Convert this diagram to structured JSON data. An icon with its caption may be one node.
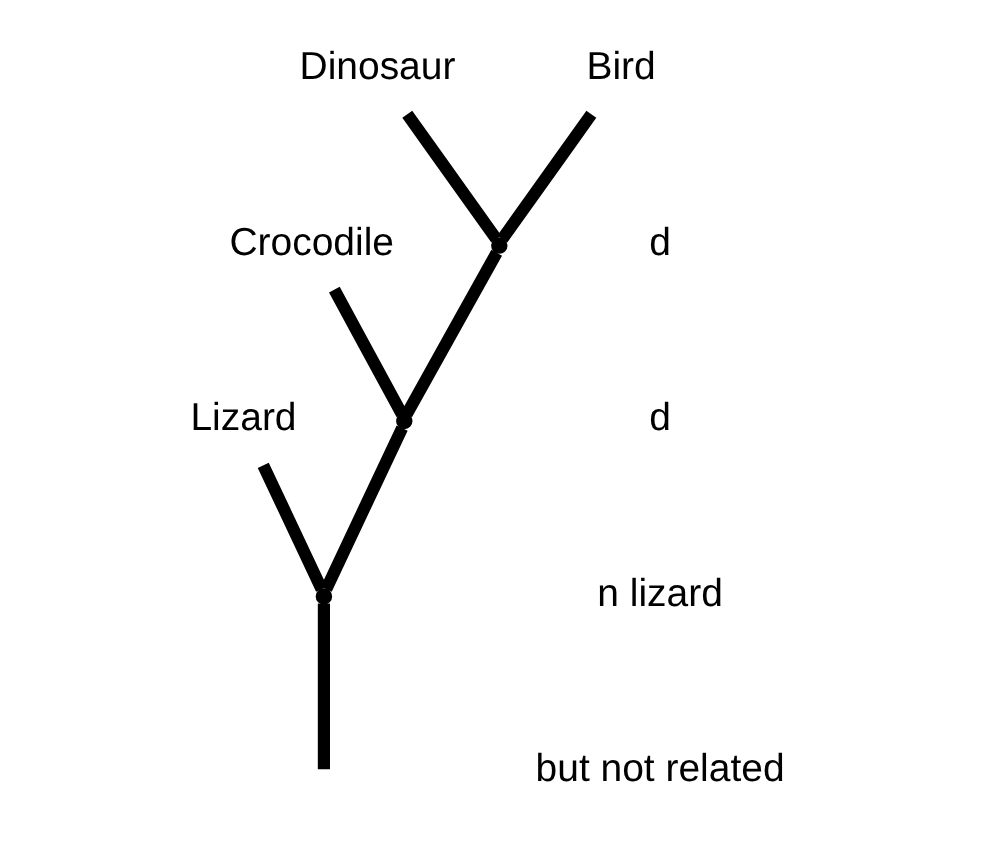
{
  "diagram": {
    "nodes": [
      {
        "text": [
          "Lizard"
        ]
      },
      {
        "text": [
          "Crocodile"
        ]
      },
      {
        "text": [
          "Dinosaur"
        ]
      },
      {
        "text": [
          "Bird"
        ]
      },
      {
        "text": [],
        "shape": "point"
      },
      {
        "text": [],
        "shape": "point"
      },
      {
        "text": [],
        "shape": "point"
      }
    ],
    "edges": [
      {
        "from": null,
        "to": 4,
        "arrow": "none"
      },
      {
        "from": 4,
        "to": 0,
        "arrow": "none"
      },
      {
        "from": 4,
        "to": 5,
        "arrow": "none"
      },
      {
        "from": 5,
        "to": 1,
        "arrow": "none"
      },
      {
        "from": 5,
        "to": 6,
        "arrow": "none"
      },
      {
        "from": 6,
        "to": 2,
        "arrow": "none"
      },
      {
        "from": 6,
        "to": 3,
        "arrow": "none"
      }
    ],
    "labels": [
      "d",
      "d",
      "n lizard",
      "but not related"
    ]
  }
}
